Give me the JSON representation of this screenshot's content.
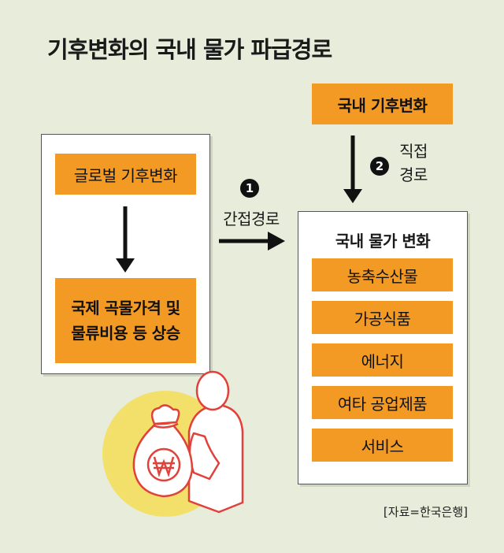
{
  "title": "기후변화의 국내 물가 파급경로",
  "domestic_climate": "국내 기후변화",
  "global_panel": {
    "top_box": "글로벌 기후변화",
    "bottom_box_line1": "국제 곡물가격 및",
    "bottom_box_line2": "물류비용 등 상승"
  },
  "indirect_path": {
    "badge": "1",
    "label": "간접경로"
  },
  "direct_path": {
    "badge": "2",
    "label_line1": "직접",
    "label_line2": "경로"
  },
  "price_panel": {
    "heading": "국내 물가 변화",
    "items": [
      "농축수산물",
      "가공식품",
      "에너지",
      "여타 공업제품",
      "서비스"
    ]
  },
  "source": "[자료=한국은행]",
  "colors": {
    "background": "#e8ecda",
    "accent": "#f39a24",
    "yellow_circle": "#f3e06a",
    "illustration_red": "#e0413a"
  }
}
